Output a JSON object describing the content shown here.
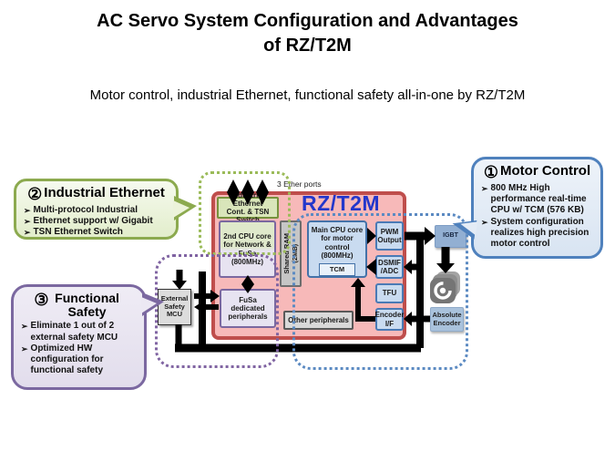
{
  "slide": {
    "title_line1": "AC Servo System Configuration and Advantages",
    "title_line2": "of RZ/T2M",
    "subtitle": "Motor control, industrial Ethernet, functional safety all-in-one by RZ/T2M"
  },
  "icons": {
    "bullet": "➢",
    "motor_icon_name": "motor-icon"
  },
  "callouts": {
    "motor_control": {
      "number": "①",
      "title": "Motor Control",
      "bullets": [
        "800 MHz High performance real-time CPU w/ TCM (576 KB)",
        "System configuration realizes high precision motor control"
      ]
    },
    "industrial_ethernet": {
      "number": "②",
      "title": "Industrial Ethernet",
      "bullets": [
        "Multi-protocol Industrial",
        "Ethernet support w/ Gigabit",
        "TSN Ethernet Switch"
      ]
    },
    "functional_safety": {
      "number": "③",
      "title": "Functional Safety",
      "bullets": [
        "Eliminate 1 out of 2 external safety MCU",
        "Optimized HW configuration for functional safety"
      ]
    }
  },
  "chip": {
    "name": "RZ/T2M",
    "ether_ports_label": "3 Ether ports",
    "industrial_ethernet_block": "Industrial Ethernet\nCont. & TSN Switch",
    "cpu2_block": "2nd CPU core\nfor Network &\nFuSa\n(800MHz)",
    "shared_ram_block": "Shared RAM\n(2MB)",
    "main_cpu_block": "Main CPU core\nfor motor control\n(800MHz)",
    "tcm_block": "TCM",
    "pwm_block": "PWM\nOutput",
    "dsmif_block": "DSMIF\n/ADC",
    "tfu_block": "TFU",
    "encoder_if_block": "Encoder\nI/F",
    "fusa_block": "FuSa dedicated\nperipherals",
    "other_block": "Other peripherals"
  },
  "external": {
    "safety_mcu": "External\nSafety\nMCU",
    "igbt": "IGBT",
    "absolute_encoder": "Absolute\nEncoder"
  },
  "colors": {
    "chip_fill": "#f7b9b9",
    "chip_border": "#bf4e4c",
    "chip_name": "#2337cb",
    "motor_control_accent": "#4f81bd",
    "industrial_ethernet_accent": "#8caa4f",
    "functional_safety_accent": "#7b68a0",
    "arrow": "#000000"
  }
}
